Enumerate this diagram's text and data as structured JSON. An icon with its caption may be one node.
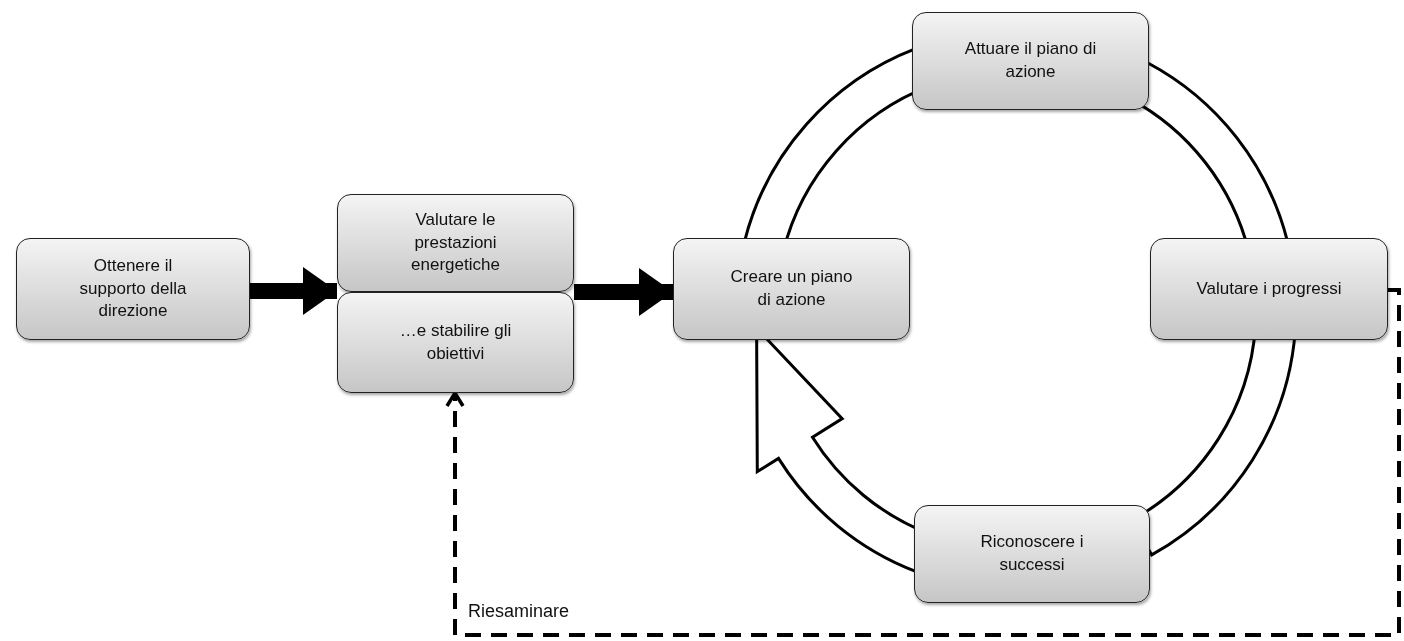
{
  "diagram": {
    "nodes": [
      {
        "text": [
          "Ottenere il supporto della direzione"
        ]
      },
      {
        "text": [
          "Valutare le prestazioni energetiche"
        ]
      },
      {
        "text": [
          "…e stabilire gli obiettivi"
        ]
      },
      {
        "text": [
          "Creare un piano di azione"
        ]
      },
      {
        "text": [
          "Attuare il piano di azione"
        ]
      },
      {
        "text": [
          "Valutare i progressi"
        ]
      },
      {
        "text": [
          "Riconoscere i successi"
        ]
      }
    ],
    "edges": [
      {
        "from": 0,
        "to": 1,
        "arrow": "to"
      },
      {
        "from": 1,
        "to": 3,
        "arrow": "to"
      },
      {
        "from": 3,
        "to": 4,
        "arrow": "none"
      },
      {
        "from": 4,
        "to": 5,
        "arrow": "none"
      },
      {
        "from": 5,
        "to": 6,
        "arrow": "none"
      },
      {
        "from": 6,
        "to": 3,
        "arrow": "to"
      },
      {
        "from": 5,
        "to": 2,
        "arrow": "to",
        "style": "dashed",
        "label": "Riesaminare"
      }
    ]
  }
}
